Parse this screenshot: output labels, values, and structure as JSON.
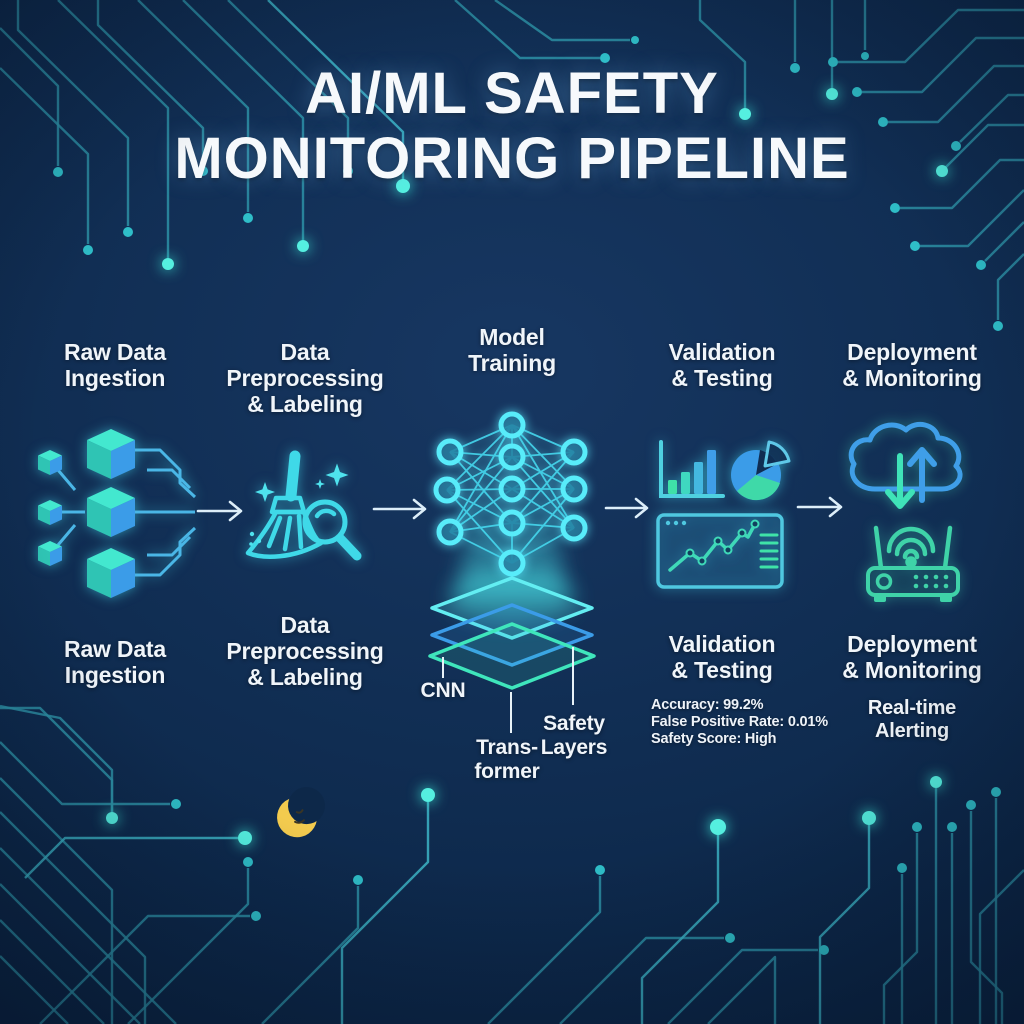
{
  "title": {
    "line1": "AI/ML SAFETY",
    "line2": "MONITORING PIPELINE"
  },
  "stages": [
    {
      "name": "Raw Data Ingestion",
      "top_label": "Raw Data\nIngestion",
      "bottom_label": "Raw Data\nIngestion",
      "icon": "data-cubes-icon"
    },
    {
      "name": "Data Preprocessing & Labeling",
      "top_label": "Data\nPreprocessing\n& Labeling",
      "bottom_label": "Data\nPreprocessing\n& Labeling",
      "icon": "cleaning-broom-magnifier-icon"
    },
    {
      "name": "Model Training",
      "top_label": "Model\nTraining",
      "icon": "neural-network-hologram-icon",
      "layer_callouts": [
        {
          "label": "CNN"
        },
        {
          "label": "Trans-\nformer"
        },
        {
          "label": "Safety\nLayers"
        }
      ]
    },
    {
      "name": "Validation & Testing",
      "top_label": "Validation\n& Testing",
      "bottom_label": "Validation\n& Testing",
      "icon": "analytics-charts-icon",
      "metrics": [
        "Accuracy: 99.2%",
        "False Positive Rate: 0.01%",
        "Safety Score: High"
      ]
    },
    {
      "name": "Deployment & Monitoring",
      "top_label": "Deployment\n& Monitoring",
      "bottom_label": "Deployment\n& Monitoring",
      "icon": "cloud-router-icon",
      "sub_label": "Real-time\nAlerting"
    }
  ],
  "decorations": {
    "moon": "crescent-moon-icon",
    "background": "circuit-board-traces"
  },
  "colors": {
    "background": "#102d52",
    "trace_teal": "#2d91a6",
    "glow_dot": "#55efe0",
    "accent_cyan": "#4fe0f2",
    "cube_blue": "#3b9ce8",
    "cube_teal": "#3fe3c2",
    "icon_green": "#3fd3a8",
    "text_white": "#f2f6fa",
    "moon_yellow": "#f3cb4e"
  }
}
